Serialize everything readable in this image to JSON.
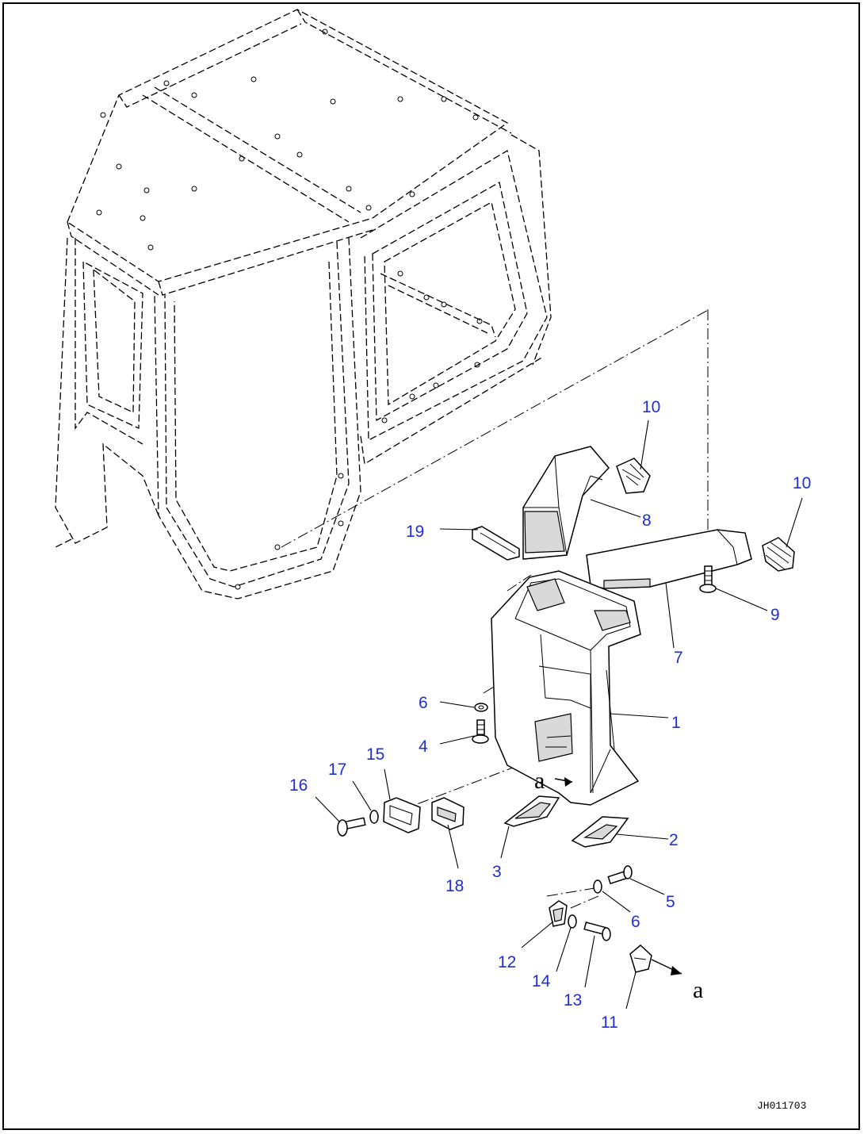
{
  "figure_code": "JH011703",
  "callouts": [
    {
      "id": "c10a",
      "label": "10"
    },
    {
      "id": "c10b",
      "label": "10"
    },
    {
      "id": "c8",
      "label": "8"
    },
    {
      "id": "c19",
      "label": "19"
    },
    {
      "id": "c7",
      "label": "7"
    },
    {
      "id": "c9",
      "label": "9"
    },
    {
      "id": "c6a",
      "label": "6"
    },
    {
      "id": "c4",
      "label": "4"
    },
    {
      "id": "c1",
      "label": "1"
    },
    {
      "id": "c16",
      "label": "16"
    },
    {
      "id": "c17",
      "label": "17"
    },
    {
      "id": "c15",
      "label": "15"
    },
    {
      "id": "c18",
      "label": "18"
    },
    {
      "id": "c3",
      "label": "3"
    },
    {
      "id": "c2",
      "label": "2"
    },
    {
      "id": "c5",
      "label": "5"
    },
    {
      "id": "c6b",
      "label": "6"
    },
    {
      "id": "c12",
      "label": "12"
    },
    {
      "id": "c14",
      "label": "14"
    },
    {
      "id": "c13",
      "label": "13"
    },
    {
      "id": "c11",
      "label": "11"
    }
  ],
  "refs": {
    "a1": "a",
    "a2": "a"
  }
}
